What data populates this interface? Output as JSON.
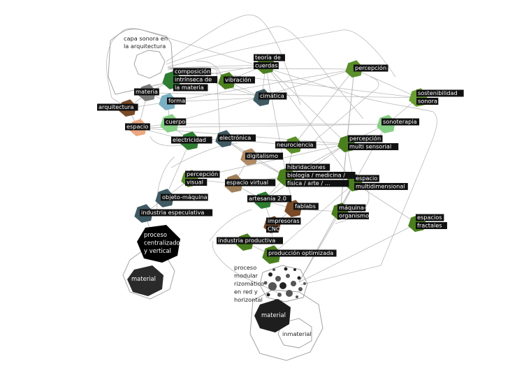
{
  "title": "capa sonora en la arquitectura",
  "palette": {
    "green_dark": "#2e7d32",
    "green_mid": "#4a7f1e",
    "green_olive": "#5a8f2a",
    "green_light": "#86cf86",
    "green_pale": "#9fd49a",
    "brown": "#7a4a26",
    "brown_light": "#a0805a",
    "tan": "#b08a64",
    "peach": "#eaa882",
    "gray": "#7a7a7a",
    "blue_gray": "#3f5a62",
    "light_blue": "#7ab0c2",
    "black": "#111111",
    "dark_gray": "#2a2a2a"
  },
  "header_group": {
    "label_lines": [
      "capa sonora en",
      "la arquitectura"
    ]
  },
  "nodes": [
    {
      "id": "arquitectura",
      "lines": [
        "arquitectura"
      ],
      "color": "#7a4a26"
    },
    {
      "id": "materia",
      "lines": [
        "materia"
      ],
      "color": "#7a7a7a"
    },
    {
      "id": "composicion",
      "lines": [
        "composición",
        "intrínseca de",
        "la materia"
      ],
      "color": "#2e7d32"
    },
    {
      "id": "forma",
      "lines": [
        "forma"
      ],
      "color": "#7ab0c2"
    },
    {
      "id": "espacio",
      "lines": [
        "espacio"
      ],
      "color": "#eaa882"
    },
    {
      "id": "cuerpo",
      "lines": [
        "cuerpo"
      ],
      "color": "#86cf86"
    },
    {
      "id": "vibracion",
      "lines": [
        "vibración"
      ],
      "color": "#4a7f1e"
    },
    {
      "id": "teoria",
      "lines": [
        "teoría de",
        "cuerdas"
      ],
      "color": "#4a7f1e"
    },
    {
      "id": "cimatica",
      "lines": [
        "cimática"
      ],
      "color": "#3f5a62"
    },
    {
      "id": "percepcion",
      "lines": [
        "percepción"
      ],
      "color": "#5a8f2a"
    },
    {
      "id": "sostenibilidad",
      "lines": [
        "sostenibilidad",
        "sonora"
      ],
      "color": "#6a9f32"
    },
    {
      "id": "sonoterapia",
      "lines": [
        "sonoterapia"
      ],
      "color": "#86cf86"
    },
    {
      "id": "electricidad",
      "lines": [
        "electricidad"
      ],
      "color": "#2e7d32"
    },
    {
      "id": "electronica",
      "lines": [
        "electrónica"
      ],
      "color": "#3f5a62"
    },
    {
      "id": "neurociencia",
      "lines": [
        "neurociencia"
      ],
      "color": "#5a8f2a"
    },
    {
      "id": "percepcion_multi",
      "lines": [
        "percepción",
        "multi sensorial"
      ],
      "color": "#4a7f1e"
    },
    {
      "id": "digitalismo",
      "lines": [
        "digitalismo"
      ],
      "color": "#b08a64"
    },
    {
      "id": "hibridaciones",
      "lines": [
        "hibridaciones",
        "biología / medicina /",
        "física / arte / ..."
      ],
      "color": "#4a7f1e"
    },
    {
      "id": "espacio_multi",
      "lines": [
        "espacio",
        "multidimensional"
      ],
      "color": "#4a7f1e"
    },
    {
      "id": "percepcion_visual",
      "lines": [
        "percepción",
        "visual"
      ],
      "color": "#5a8f2a"
    },
    {
      "id": "espacio_virtual",
      "lines": [
        "espacio virtual"
      ],
      "color": "#a0805a"
    },
    {
      "id": "objeto_maquina",
      "lines": [
        "objeto-máquina"
      ],
      "color": "#3f5a62"
    },
    {
      "id": "artesania",
      "lines": [
        "artesanía 2.0"
      ],
      "color": "#2e7d32"
    },
    {
      "id": "industria_especulativa",
      "lines": [
        "industria especulativa"
      ],
      "color": "#3f5a62"
    },
    {
      "id": "fablabs",
      "lines": [
        "fablabs"
      ],
      "color": "#7a4a26"
    },
    {
      "id": "maquina_organismo",
      "lines": [
        "máquina-",
        "organismo"
      ],
      "color": "#4a7f1e"
    },
    {
      "id": "espacios_fractales",
      "lines": [
        "espacios",
        "fractales"
      ],
      "color": "#4a7f1e"
    },
    {
      "id": "impresoras",
      "lines": [
        "impresoras",
        "CNC"
      ],
      "color": "#7a4a26"
    },
    {
      "id": "industria_productiva",
      "lines": [
        "industria productiva"
      ],
      "color": "#4a7f1e"
    },
    {
      "id": "produccion",
      "lines": [
        "producción optimizada"
      ],
      "color": "#4a7f1e"
    }
  ],
  "left_cluster": {
    "process_lines": [
      "proceso",
      "centralizado",
      "y vertical"
    ],
    "material_label": "material"
  },
  "right_cluster": {
    "process_lines": [
      "proceso",
      "modular",
      "rizomático",
      "en red y",
      "horizontal"
    ],
    "material_label": "material",
    "inmaterial_label": "inmaterial"
  }
}
